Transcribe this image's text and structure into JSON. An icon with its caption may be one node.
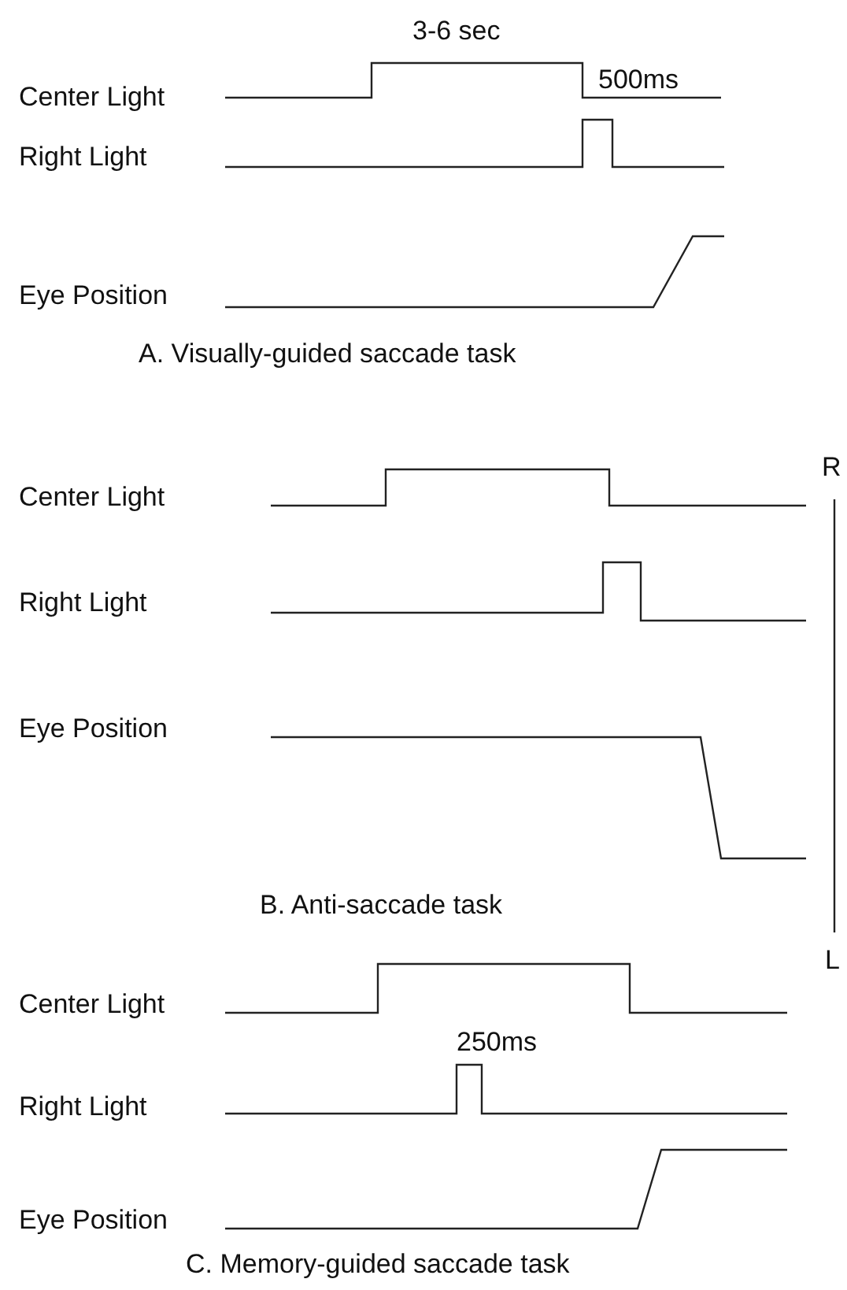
{
  "diagram": {
    "labels": [
      "3-6 sec",
      "Center Light",
      "500ms",
      "Right Light",
      "Eye Position",
      "A. Visually-guided saccade task",
      "R",
      "Center Light",
      "Right Light",
      "Eye Position",
      "B. Anti-saccade task",
      "L",
      "Center Light",
      "250ms",
      "Right Light",
      "Eye Position",
      "C. Memory-guided saccade task"
    ]
  }
}
